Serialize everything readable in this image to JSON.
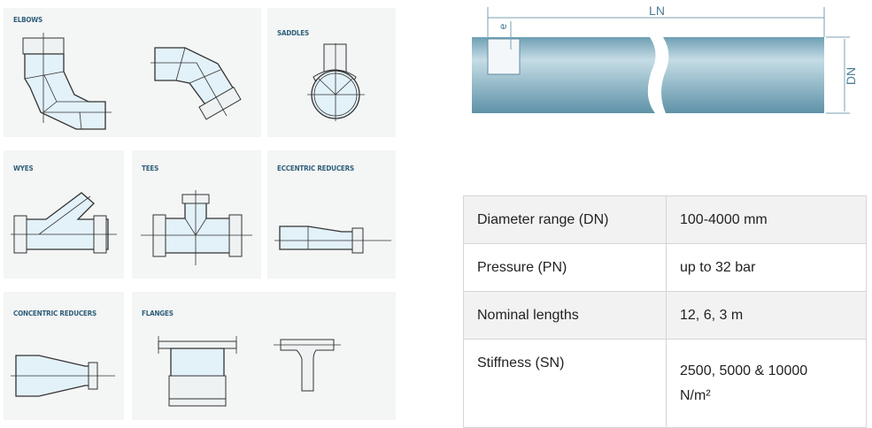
{
  "fittings": [
    {
      "label": "ELBOWS"
    },
    {
      "label": "SADDLES"
    },
    {
      "label": "WYES"
    },
    {
      "label": "TEES"
    },
    {
      "label": "ECCENTRIC REDUCERS"
    },
    {
      "label": "CONCENTRIC REDUCERS"
    },
    {
      "label": "FLANGES"
    }
  ],
  "pipe_diagram": {
    "length_label": "LN",
    "diameter_label": "DN",
    "wall_label": "e"
  },
  "specs": [
    {
      "key": "Diameter range (DN)",
      "value": "100-4000 mm"
    },
    {
      "key": "Pressure (PN)",
      "value": "up to 32 bar"
    },
    {
      "key": "Nominal lengths",
      "value": "12, 6, 3 m"
    },
    {
      "key": "Stiffness (SN)",
      "value": "2500, 5000 & 10000 N/m²"
    }
  ]
}
